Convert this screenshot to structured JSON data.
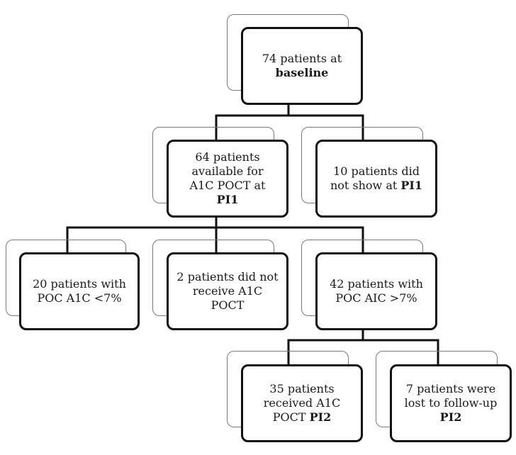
{
  "nodes": {
    "baseline": {
      "text": "74 patients at",
      "bold": "baseline"
    },
    "available": {
      "text": "64 patients available for A1C POCT at",
      "bold": "PI1"
    },
    "no_show": {
      "text": "10 patients did not show at",
      "bold": "PI1"
    },
    "below7": {
      "text": "20 patients with POC A1C <7%",
      "bold": ""
    },
    "no_receive": {
      "text": "2 patients did not receive A1C POCT",
      "bold": ""
    },
    "above7": {
      "text": "42 patients with POC AIC >7%",
      "bold": ""
    },
    "received": {
      "text": "35 patients received A1C POCT",
      "bold": "PI2"
    },
    "lost": {
      "text": "7 patients were lost to follow-up",
      "bold": "PI2"
    }
  }
}
